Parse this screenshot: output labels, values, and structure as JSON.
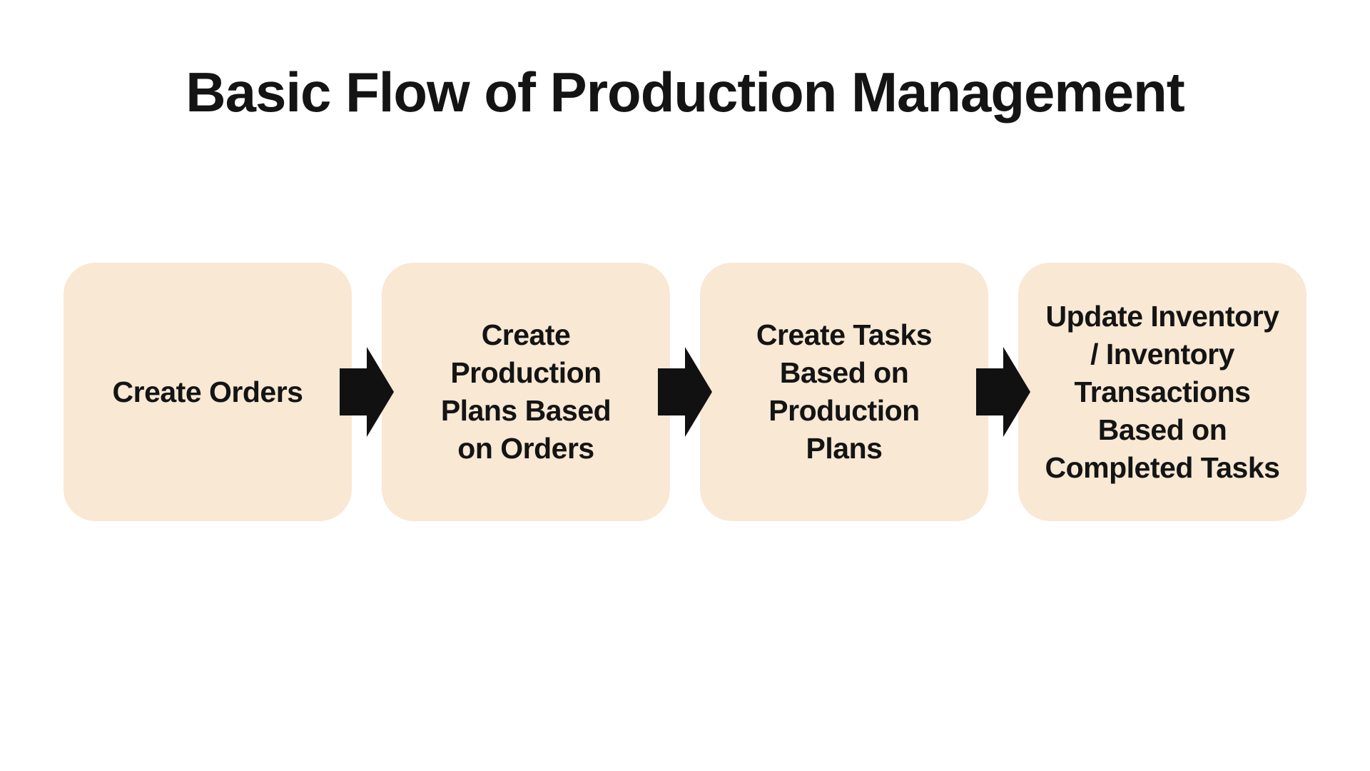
{
  "title": "Basic Flow of Production Management",
  "colors": {
    "background": "#FFFFFF",
    "box_fill": "#F8E8D4",
    "arrow": "#111111",
    "text": "#141414"
  },
  "flow": {
    "steps": [
      {
        "id": "create-orders",
        "label": "Create Orders"
      },
      {
        "id": "create-production-plans",
        "label": "Create\nProduction\nPlans Based\non Orders"
      },
      {
        "id": "create-tasks",
        "label": "Create Tasks\nBased on\nProduction\nPlans"
      },
      {
        "id": "update-inventory",
        "label": "Update Inventory\n/ Inventory\nTransactions\nBased on\nCompleted Tasks"
      }
    ],
    "connector_icon": "arrow-right"
  }
}
